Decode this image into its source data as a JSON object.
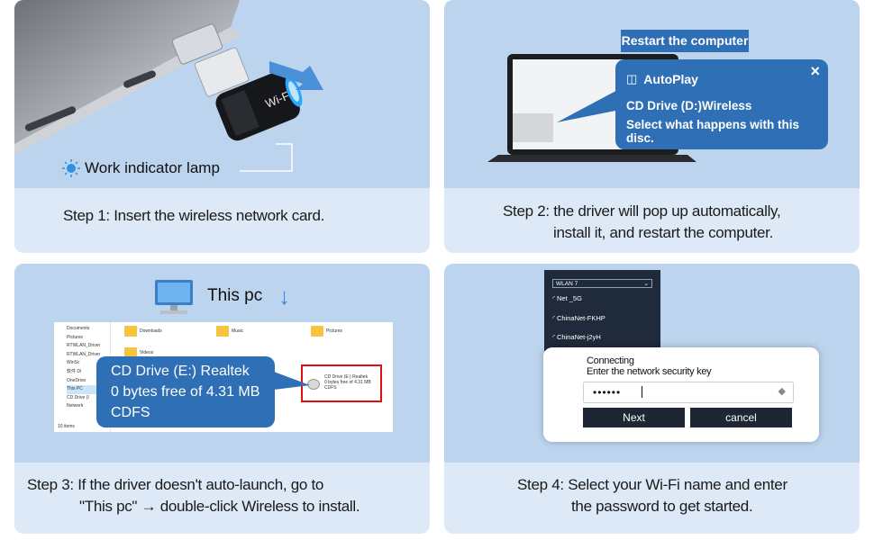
{
  "step1": {
    "lamp_label": "Work indicator lamp",
    "dongle_text": "Wi-Fi6",
    "caption": "Step 1: Insert the wireless network card."
  },
  "step2": {
    "restart_label": "Restart the computer",
    "autoplay_title": "AutoPlay",
    "drive_line": "CD Drive (D:)Wireless",
    "prompt_line": "Select what happens with this disc.",
    "close_glyph": "×",
    "caption_line1": "Step 2: the driver will pop up automatically,",
    "caption_line2": "install it, and restart the computer."
  },
  "step3": {
    "this_pc_label": "This pc",
    "down_arrow": "↓",
    "callout_line1": "CD Drive (E:) Realtek",
    "callout_line2": "0 bytes free of 4.31 MB",
    "callout_line3": "CDFS",
    "small_drive_line1": "CD Drive (E:) Realtek",
    "small_drive_line2": "0 bytes free of 4.31 MB",
    "small_drive_line3": "CDFS",
    "sidebar_items": [
      "Documents",
      "Pictures",
      "RTWLAN_Driver",
      "RTWLAN_Driver",
      "WinSc",
      "软件 Di",
      "OneDrive",
      "This PC",
      "CD Drive (I",
      "Network"
    ],
    "folders": [
      "Downloads",
      "Music",
      "Pictures",
      "Videos"
    ],
    "status_text": "10 items",
    "caption_line1": "Step 3: If the driver doesn't auto-launch, go to",
    "caption_line2": "\"This pc\" → double-click Wireless to install."
  },
  "step4": {
    "wlan_select": "WLAN 7",
    "networks": [
      "Net _5G",
      "ChinaNet-FKHP",
      "ChinaNet-j2yH"
    ],
    "connecting": "Connecting",
    "key_prompt": "Enter the network security key",
    "password_mask": "••••••",
    "next_label": "Next",
    "cancel_label": "cancel",
    "caption_line1": "Step 4:  Select your Wi-Fi name and enter",
    "caption_line2": "the password to get started."
  },
  "colors": {
    "panel_top": "#bcd4ee",
    "panel_bottom": "#dde9f7",
    "callout_blue": "#2f6fb5",
    "dark_button": "#1e2634",
    "red_highlight": "#e01010"
  }
}
